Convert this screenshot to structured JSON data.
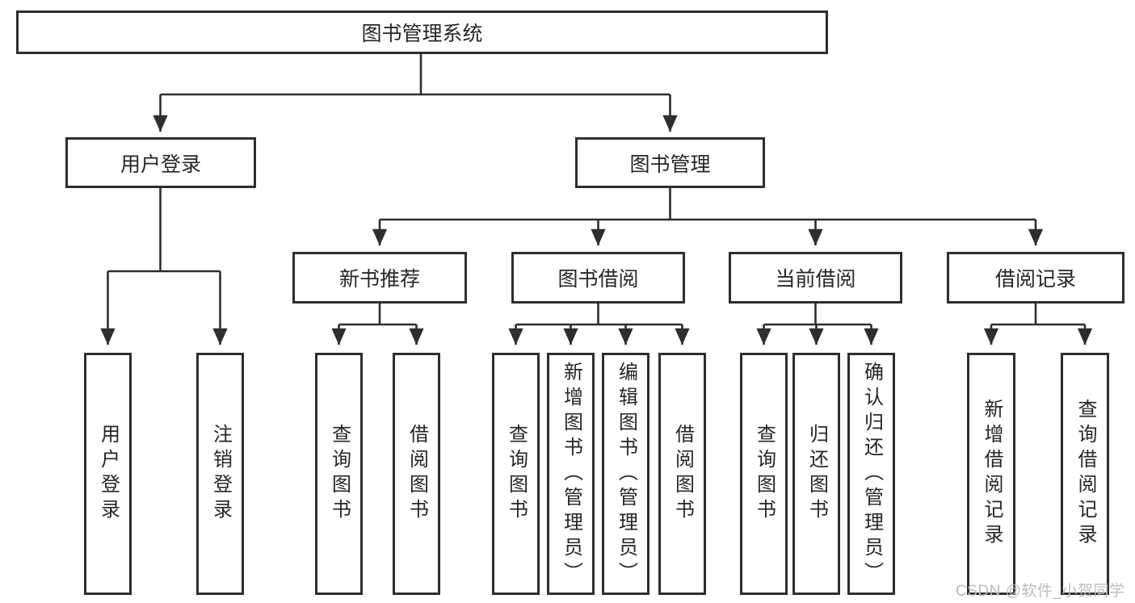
{
  "diagram": {
    "type": "hierarchy-tree",
    "colors": {
      "line": "#2e2e2e",
      "box_border": "#2e2e2e",
      "box_fill": "#ffffff",
      "text": "#262626",
      "background": "#ffffff",
      "watermark": "#bcbcbc"
    },
    "tree": {
      "root": {
        "label": "图书管理系统"
      },
      "branches": [
        {
          "label": "用户登录",
          "children": [
            {
              "label": "用户登录"
            },
            {
              "label": "注销登录"
            }
          ]
        },
        {
          "label": "图书管理",
          "children": [
            {
              "label": "新书推荐",
              "children": [
                {
                  "label": "查询图书"
                },
                {
                  "label": "借阅图书"
                }
              ]
            },
            {
              "label": "图书借阅",
              "children": [
                {
                  "label": "查询图书"
                },
                {
                  "label": "新增图书（管理员）"
                },
                {
                  "label": "编辑图书（管理员）"
                },
                {
                  "label": "借阅图书"
                }
              ]
            },
            {
              "label": "当前借阅",
              "children": [
                {
                  "label": "查询图书"
                },
                {
                  "label": "归还图书"
                },
                {
                  "label": "确认归还（管理员）"
                }
              ]
            },
            {
              "label": "借阅记录",
              "children": [
                {
                  "label": "新增借阅记录"
                },
                {
                  "label": "查询借阅记录"
                }
              ]
            }
          ]
        }
      ]
    },
    "watermark": {
      "text": "CSDN @软件_小贺同学"
    }
  }
}
